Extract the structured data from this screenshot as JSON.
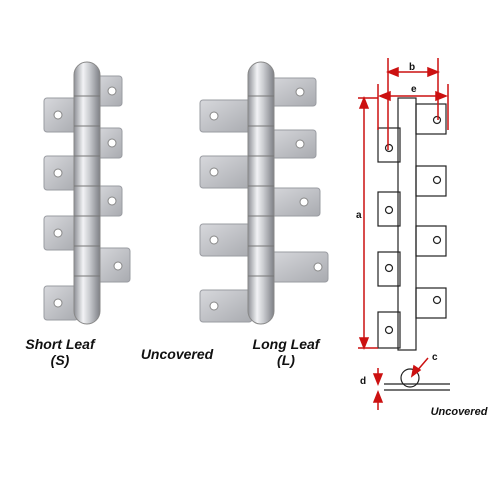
{
  "labels": {
    "short_leaf_line1": "Short Leaf",
    "short_leaf_line2": "(S)",
    "uncovered_center": "Uncovered",
    "long_leaf_line1": "Long Leaf",
    "long_leaf_line2": "(L)",
    "uncovered_diagram": "Uncovered"
  },
  "dimensions": {
    "a": "a",
    "b": "b",
    "c": "c",
    "d": "d",
    "e": "e"
  },
  "colors": {
    "dimension_red": "#cc1111",
    "metal_light": "#e6e7ea",
    "metal_dark": "#9a9ca2",
    "outline": "#222222"
  }
}
